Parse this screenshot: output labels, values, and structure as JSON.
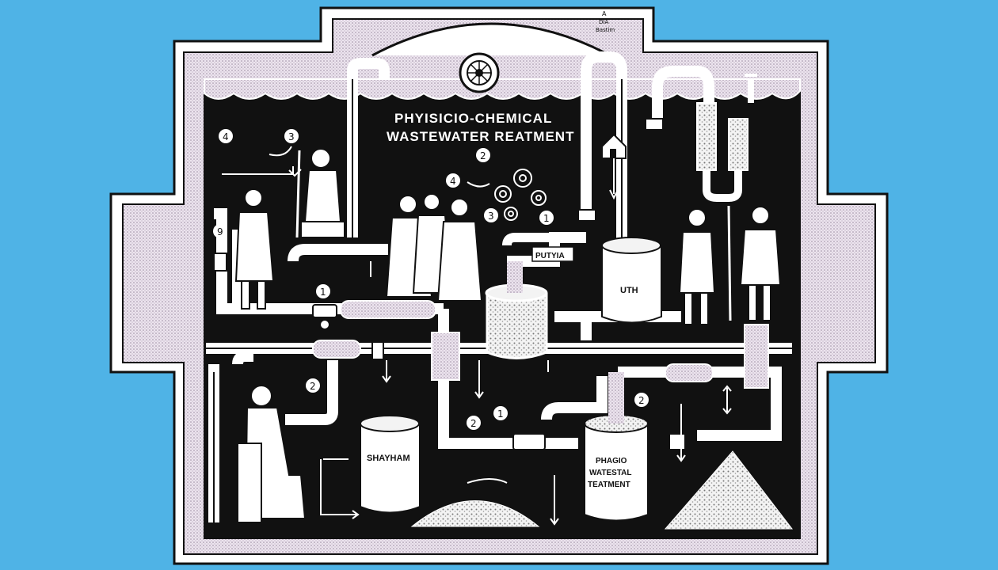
{
  "title": {
    "line1": "PHYISICIO-CHEMICAL",
    "line2": "WASTEWATER REATMENT"
  },
  "top_tab": {
    "line1": "A",
    "line2": "DIA",
    "line3": "Bastim"
  },
  "markers": [
    "4",
    "3",
    "9",
    "1",
    "2",
    "4",
    "2",
    "3",
    "1",
    "2",
    "1",
    "2"
  ],
  "tanks": {
    "valve_sign": "PUTYIA",
    "tank_right_upper": "UTH",
    "tank_left_lower": "SHAYHAM",
    "tank_right_lower": {
      "line1": "PHAGIO",
      "line2": "WATESTAL",
      "line3": "TEATMENT"
    }
  },
  "colors": {
    "background": "#4fb3e6",
    "frame": "#f4f2f5",
    "frame_texture": "#cdb9cf",
    "panel": "#111111",
    "pipe": "#ffffff"
  },
  "icons": [
    "rosette-emblem",
    "house-icon",
    "gear-icon",
    "filter-columns",
    "sand-pile"
  ]
}
